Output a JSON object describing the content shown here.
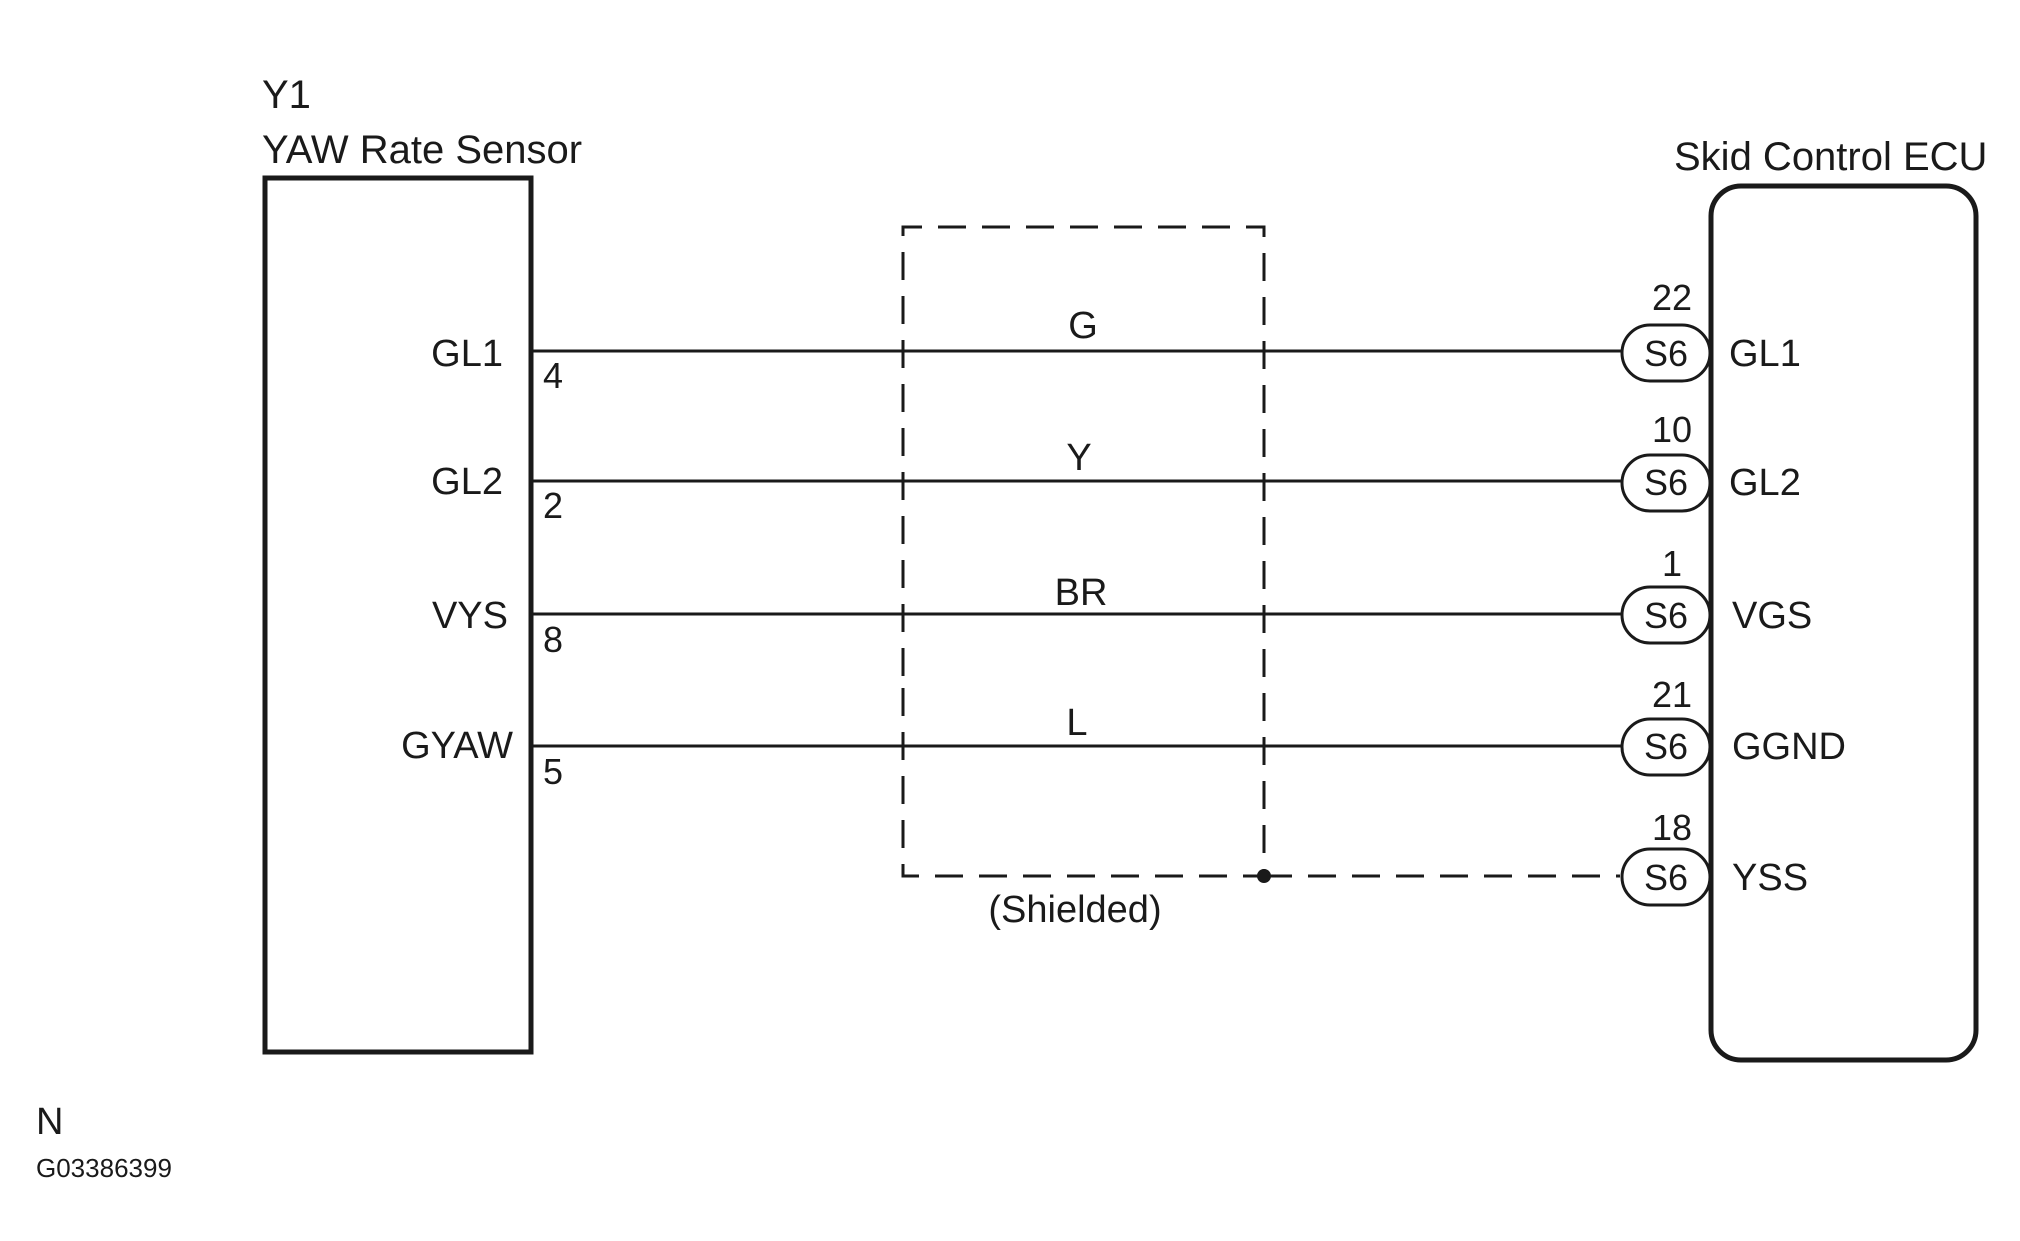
{
  "sensor": {
    "id": "Y1",
    "name": "YAW Rate Sensor"
  },
  "ecu": {
    "name": "Skid Control ECU"
  },
  "wires": [
    {
      "sensor_terminal": "GL1",
      "sensor_pin": "4",
      "color": "G",
      "ecu_pin": "22",
      "connector": "S6",
      "ecu_terminal": "GL1"
    },
    {
      "sensor_terminal": "GL2",
      "sensor_pin": "2",
      "color": "Y",
      "ecu_pin": "10",
      "connector": "S6",
      "ecu_terminal": "GL2"
    },
    {
      "sensor_terminal": "VYS",
      "sensor_pin": "8",
      "color": "BR",
      "ecu_pin": "1",
      "connector": "S6",
      "ecu_terminal": "VGS"
    },
    {
      "sensor_terminal": "GYAW",
      "sensor_pin": "5",
      "color": "L",
      "ecu_pin": "21",
      "connector": "S6",
      "ecu_terminal": "GGND"
    }
  ],
  "shield": {
    "label": "(Shielded)",
    "ecu_pin": "18",
    "connector": "S6",
    "ecu_terminal": "YSS"
  },
  "footer": {
    "letter": "N",
    "code": "G03386399"
  }
}
